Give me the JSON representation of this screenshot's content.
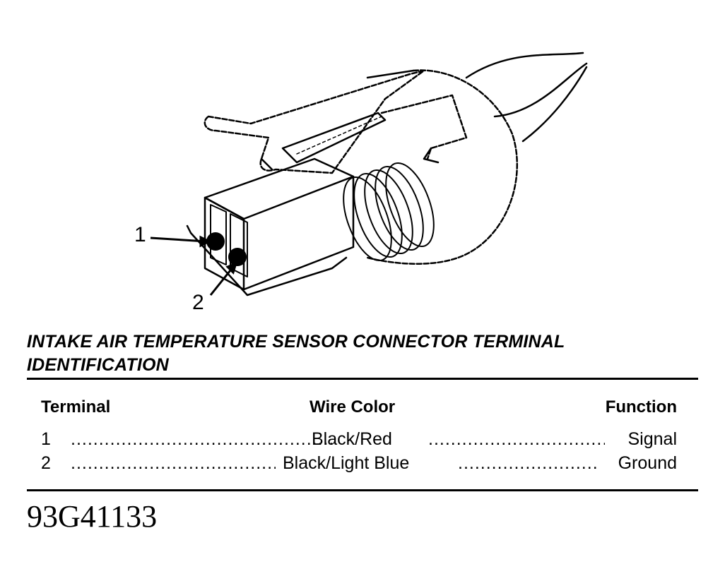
{
  "diagram": {
    "callouts": [
      {
        "label": "1"
      },
      {
        "label": "2"
      }
    ]
  },
  "title": "INTAKE AIR TEMPERATURE SENSOR CONNECTOR TERMINAL IDENTIFICATION",
  "table": {
    "headers": {
      "terminal": "Terminal",
      "wire_color": "Wire Color",
      "function": "Function"
    },
    "rows": [
      {
        "terminal": "1",
        "wire_color": "Black/Red",
        "function": "Signal"
      },
      {
        "terminal": "2",
        "wire_color": "Black/Light Blue",
        "function": "Ground"
      }
    ]
  },
  "figure_id": "93G41133"
}
